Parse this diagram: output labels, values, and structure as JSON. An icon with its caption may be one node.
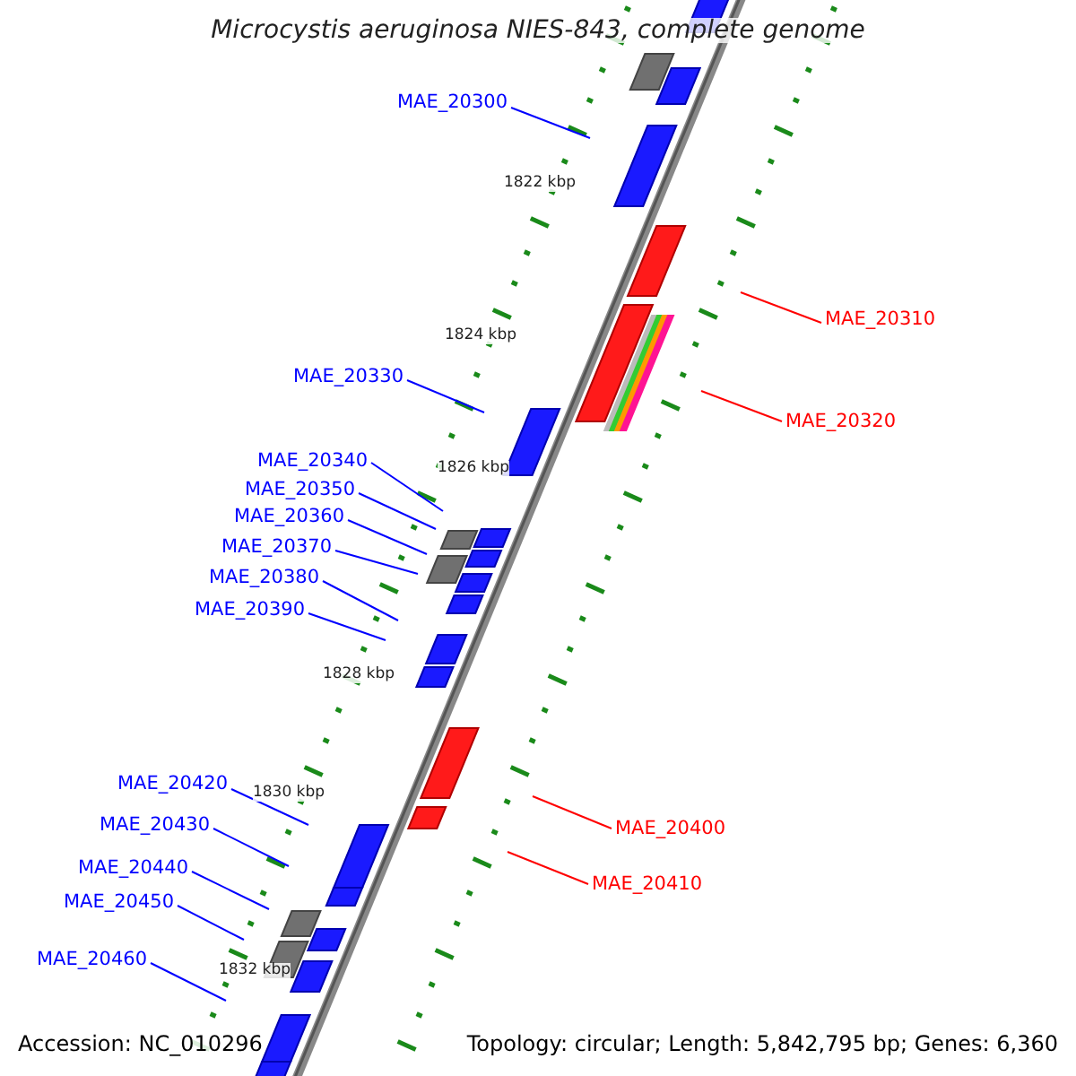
{
  "diagram": {
    "title": "Microcystis aeruginosa NIES-843, complete genome",
    "nodes": [
      {
        "text": [
          "MAE_20300"
        ]
      },
      {
        "text": [
          "MAE_20310"
        ]
      },
      {
        "text": [
          "MAE_20320"
        ]
      },
      {
        "text": [
          "MAE_20330"
        ]
      },
      {
        "text": [
          "MAE_20340"
        ]
      },
      {
        "text": [
          "MAE_20350"
        ]
      },
      {
        "text": [
          "MAE_20360"
        ]
      },
      {
        "text": [
          "MAE_20370"
        ]
      },
      {
        "text": [
          "MAE_20380"
        ]
      },
      {
        "text": [
          "MAE_20390"
        ]
      },
      {
        "text": [
          "MAE_20400"
        ]
      },
      {
        "text": [
          "MAE_20410"
        ]
      },
      {
        "text": [
          "MAE_20420"
        ]
      },
      {
        "text": [
          "MAE_20430"
        ]
      },
      {
        "text": [
          "MAE_20440"
        ]
      },
      {
        "text": [
          "MAE_20450"
        ]
      },
      {
        "text": [
          "MAE_20460"
        ]
      }
    ],
    "edges": [
      {
        "from": 0,
        "to": null,
        "arrow": "none"
      },
      {
        "from": 1,
        "to": null,
        "arrow": "none",
        "color": "#ff0000"
      },
      {
        "from": 2,
        "to": null,
        "arrow": "none",
        "color": "#ff0000"
      },
      {
        "from": 3,
        "to": null,
        "arrow": "none"
      },
      {
        "from": 4,
        "to": null,
        "arrow": "none"
      },
      {
        "from": 5,
        "to": null,
        "arrow": "none"
      },
      {
        "from": 6,
        "to": null,
        "arrow": "none"
      },
      {
        "from": 7,
        "to": null,
        "arrow": "none"
      },
      {
        "from": 8,
        "to": null,
        "arrow": "none"
      },
      {
        "from": 9,
        "to": null,
        "arrow": "none"
      },
      {
        "from": 10,
        "to": null,
        "arrow": "none",
        "color": "#ff0000"
      },
      {
        "from": 11,
        "to": null,
        "arrow": "none",
        "color": "#ff0000"
      },
      {
        "from": 12,
        "to": null,
        "arrow": "none"
      },
      {
        "from": 13,
        "to": null,
        "arrow": "none"
      },
      {
        "from": 14,
        "to": null,
        "arrow": "none"
      },
      {
        "from": 15,
        "to": null,
        "arrow": "none"
      },
      {
        "from": 16,
        "to": null,
        "arrow": "none"
      }
    ],
    "labels": [
      "1822 kbp",
      "1824 kbp",
      "1826 kbp",
      "1828 kbp",
      "1830 kbp",
      "1832 kbp",
      "Accession: NC_010296",
      "Topology: circular; Length: 5,842,795 bp; Genes: 6,360"
    ]
  }
}
